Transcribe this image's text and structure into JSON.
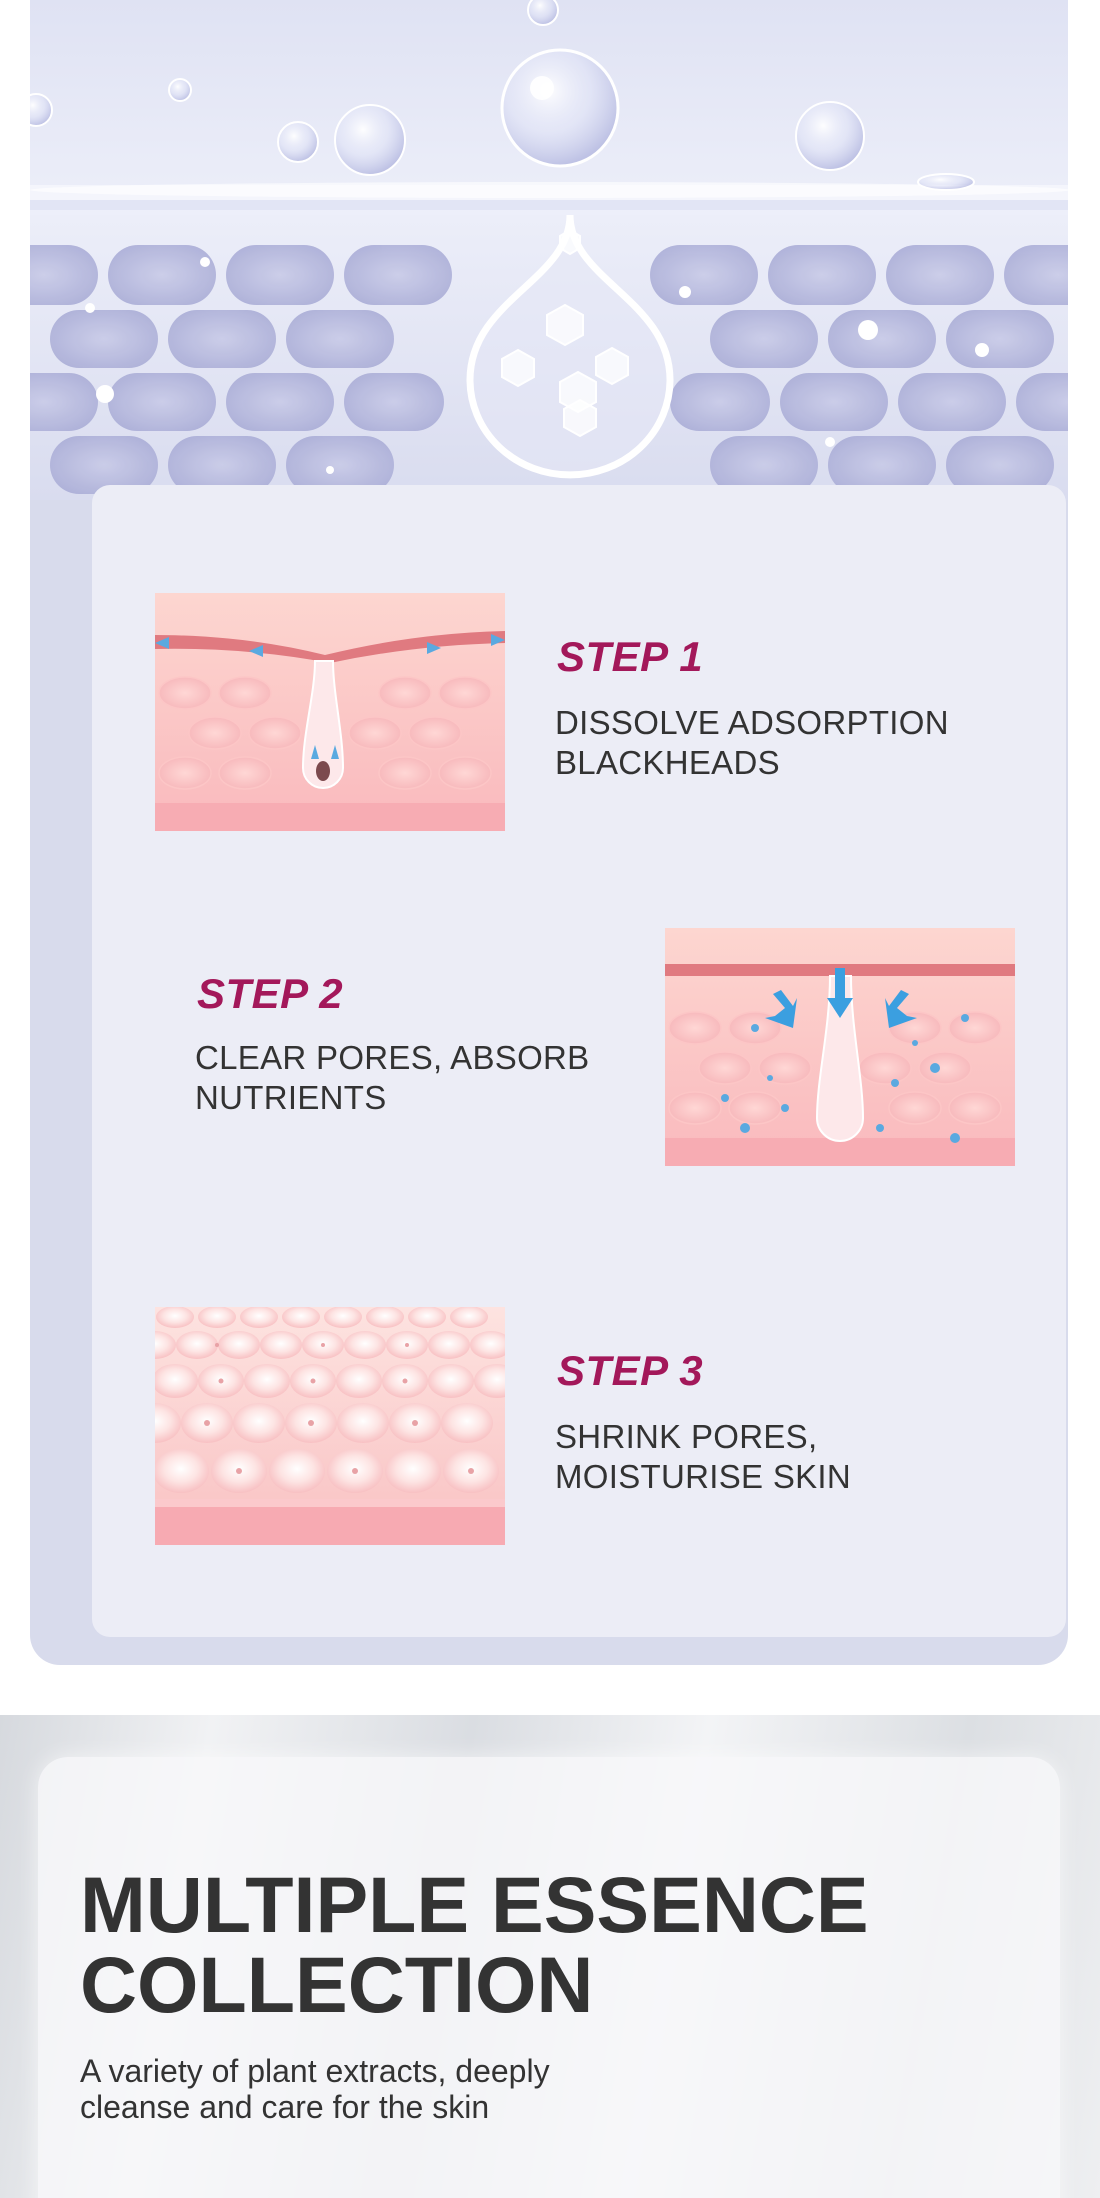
{
  "steps": [
    {
      "title": "STEP 1",
      "description": "DISSOLVE ADSORPTION BLACKHEADS"
    },
    {
      "title": "STEP 2",
      "description": "CLEAR PORES, ABSORB NUTRIENTS"
    },
    {
      "title": "STEP 3",
      "description": "SHRINK PORES, MOISTURISE SKIN"
    }
  ],
  "collection": {
    "heading": "MULTIPLE ESSENCE COLLECTION",
    "subtext": "A variety of plant extracts, deeply cleanse and care for the skin"
  },
  "colors": {
    "accent": "#a3185a",
    "text": "#333333",
    "panel": "#d8dbec",
    "card": "#ecedf6",
    "skin": "#f8c3c3"
  }
}
